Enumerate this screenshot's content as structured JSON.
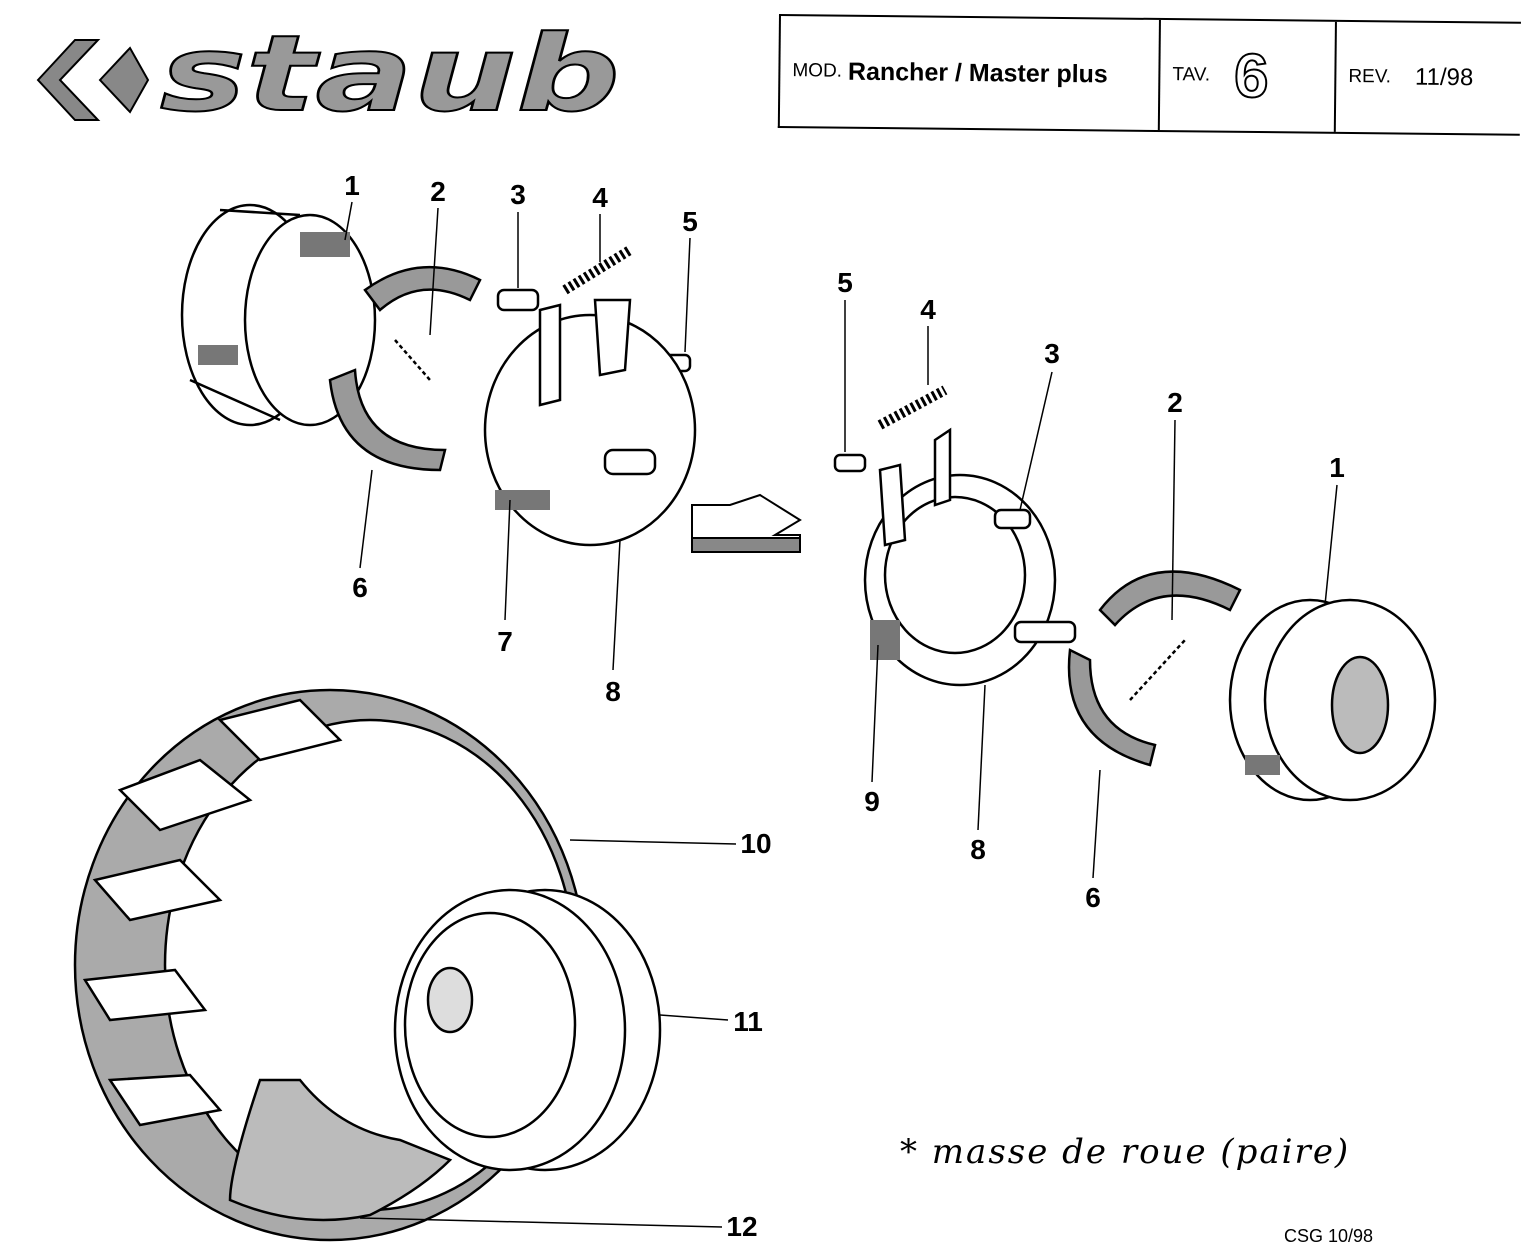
{
  "logo": {
    "brand": "staub"
  },
  "title_block": {
    "mod_label": "MOD.",
    "model": "Rancher / Master plus",
    "tav_label": "TAV.",
    "tav_number": "6",
    "rev_label": "REV.",
    "rev_date": "11/98"
  },
  "callouts": {
    "left_brake": [
      "1",
      "2",
      "3",
      "4",
      "5",
      "6",
      "7",
      "8"
    ],
    "right_brake": [
      "5",
      "4",
      "3",
      "2",
      "1",
      "9",
      "8",
      "6"
    ],
    "wheel": [
      "10",
      "11",
      "12"
    ]
  },
  "note": "* masse de roue (paire)",
  "footer_code": "CSG 10/98"
}
